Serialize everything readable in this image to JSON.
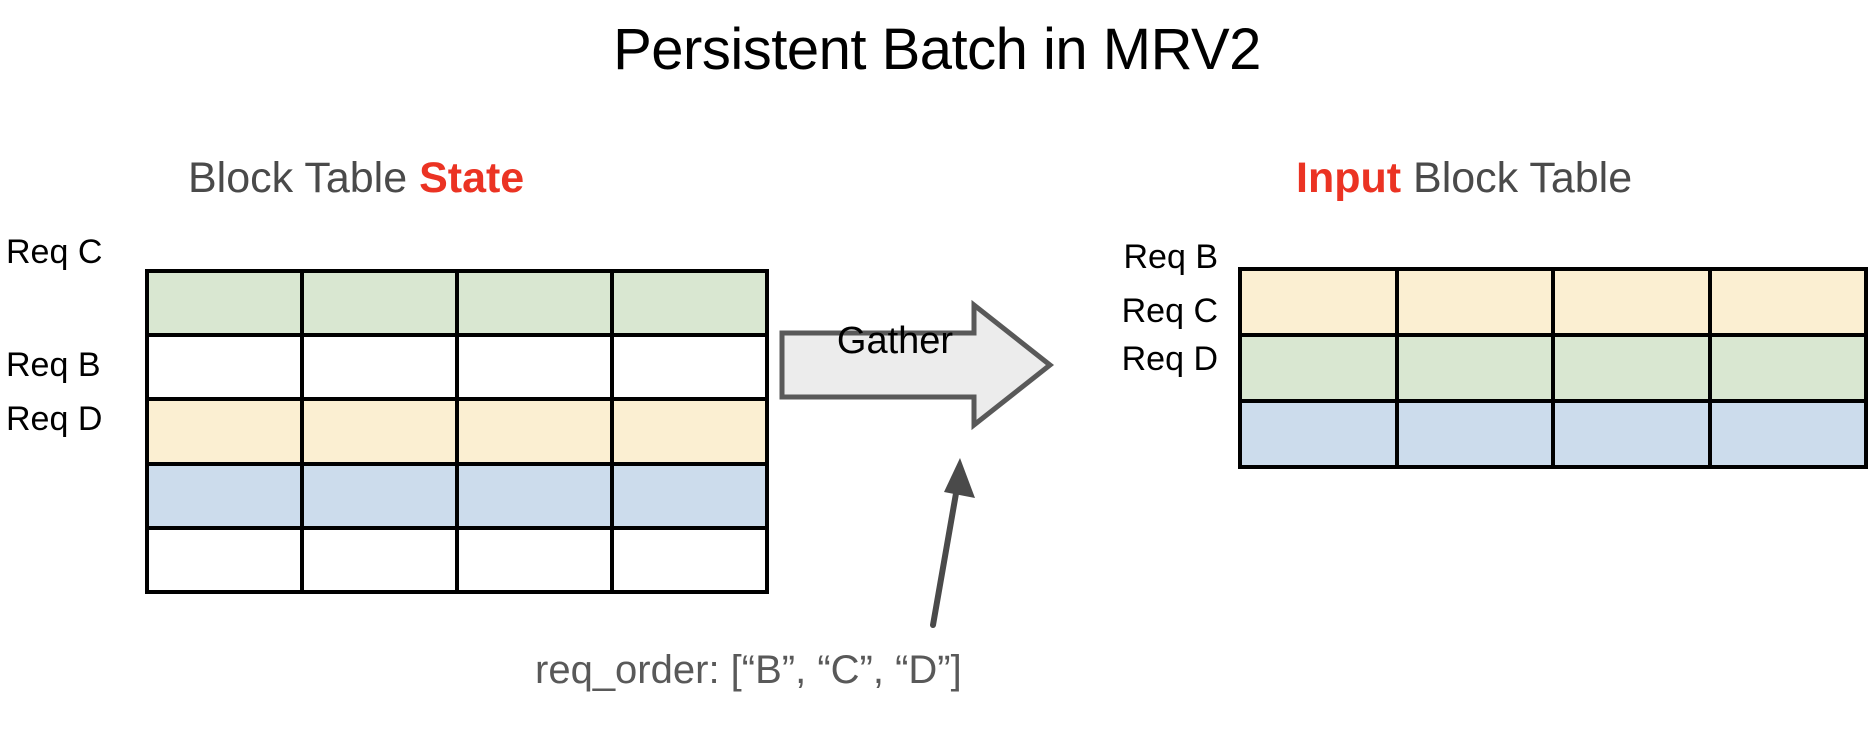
{
  "title": "Persistent Batch in MRV2",
  "accent_color": "#eb3323",
  "heading_color": "#4a4a4a",
  "headings": {
    "left": {
      "plain_before": "Block Table ",
      "accent": "State",
      "plain_after": ""
    },
    "right": {
      "plain_before": "",
      "accent": "Input",
      "plain_after": " Block Table"
    }
  },
  "state_table": {
    "rows": [
      {
        "label": "Req C",
        "color": "green",
        "color_hex": "#d9e7d1",
        "cells": 4
      },
      {
        "label": "",
        "color": "empty",
        "color_hex": "#ffffff",
        "cells": 4
      },
      {
        "label": "Req B",
        "color": "yellow",
        "color_hex": "#fbefd2",
        "cells": 4
      },
      {
        "label": "Req D",
        "color": "blue",
        "color_hex": "#ccdcec",
        "cells": 4
      },
      {
        "label": "",
        "color": "empty",
        "color_hex": "#ffffff",
        "cells": 4
      }
    ],
    "columns": 4
  },
  "input_table": {
    "rows": [
      {
        "label": "Req B",
        "color": "yellow",
        "color_hex": "#fbefd2",
        "cells": 4
      },
      {
        "label": "Req C",
        "color": "green",
        "color_hex": "#d9e7d1",
        "cells": 4
      },
      {
        "label": "Req D",
        "color": "blue",
        "color_hex": "#ccdcec",
        "cells": 4
      }
    ],
    "columns": 4
  },
  "gather": {
    "label": "Gather",
    "fill": "#ececec",
    "stroke": "#595959"
  },
  "caption": {
    "text": "req_order: [“B”, “C”, “D”]",
    "color": "#595959"
  },
  "connector": {
    "color": "#4a4a4a"
  }
}
